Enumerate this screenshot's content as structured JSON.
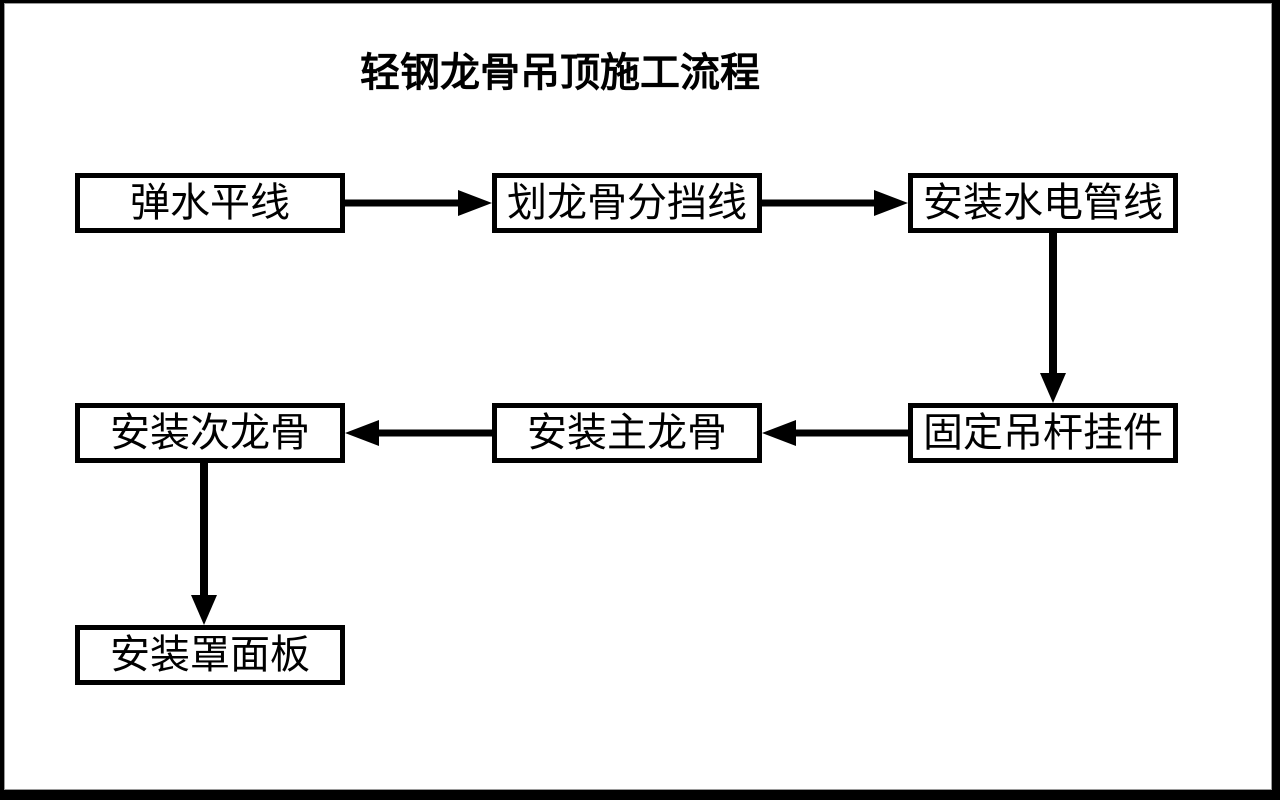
{
  "title": "轻钢龙骨吊顶施工流程",
  "flowchart": {
    "nodes": [
      {
        "id": "n1",
        "label": "弹水平线"
      },
      {
        "id": "n2",
        "label": "划龙骨分挡线"
      },
      {
        "id": "n3",
        "label": "安装水电管线"
      },
      {
        "id": "n4",
        "label": "固定吊杆挂件"
      },
      {
        "id": "n5",
        "label": "安装主龙骨"
      },
      {
        "id": "n6",
        "label": "安装次龙骨"
      },
      {
        "id": "n7",
        "label": "安装罩面板"
      }
    ],
    "edges": [
      {
        "from": "弹水平线",
        "to": "划龙骨分挡线",
        "direction": "right"
      },
      {
        "from": "划龙骨分挡线",
        "to": "安装水电管线",
        "direction": "right"
      },
      {
        "from": "安装水电管线",
        "to": "固定吊杆挂件",
        "direction": "down"
      },
      {
        "from": "固定吊杆挂件",
        "to": "安装主龙骨",
        "direction": "left"
      },
      {
        "from": "安装主龙骨",
        "to": "安装次龙骨",
        "direction": "left"
      },
      {
        "from": "安装次龙骨",
        "to": "安装罩面板",
        "direction": "down"
      }
    ]
  },
  "colors": {
    "page_border": "#000000",
    "background": "#ffffff",
    "box_border": "#000000",
    "arrow": "#000000",
    "text": "#000000"
  }
}
